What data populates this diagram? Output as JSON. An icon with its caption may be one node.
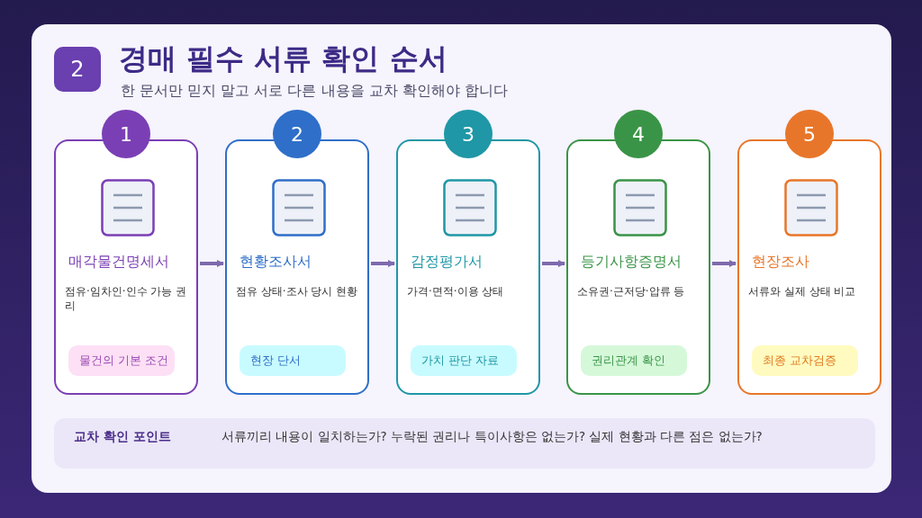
{
  "diagram": {
    "title": "경매 필수 서류 확인 순서",
    "nodes": [
      {
        "text": [
          "2"
        ]
      },
      {
        "text": [
          "1"
        ]
      },
      {
        "text": [
          "매각물건명세서",
          "점유·임차인·인수 가능 권리"
        ]
      },
      {
        "text": [
          "물건의 기본 조건"
        ],
        "in": 2
      },
      {
        "text": [
          "2"
        ]
      },
      {
        "text": [
          "현황조사서",
          "점유 상태·조사 당시 현황"
        ]
      },
      {
        "text": [
          "현장 단서"
        ],
        "in": 5
      },
      {
        "text": [
          "3"
        ]
      },
      {
        "text": [
          "감정평가서",
          "가격·면적·이용 상태"
        ]
      },
      {
        "text": [
          "가치 판단 자료"
        ],
        "in": 8
      },
      {
        "text": [
          "4"
        ]
      },
      {
        "text": [
          "등기사항증명서",
          "소유권·근저당·압류 등"
        ]
      },
      {
        "text": [
          "권리관계 확인"
        ],
        "in": 11
      },
      {
        "text": [
          "5"
        ]
      },
      {
        "text": [
          "현장조사",
          "서류와 실제 상태 비교"
        ]
      },
      {
        "text": [
          "최종 교차검증"
        ],
        "in": 14
      },
      {
        "text": [
          "교차 확인 포인트",
          "서류끼리 내용이 일치하는가?  누락된 권리나 특이사항은 없는가?  실제 현황과 다른 점은 없는가?"
        ]
      }
    ],
    "edges": [
      {
        "from": 2,
        "to": 5,
        "arrow": "to"
      },
      {
        "from": 5,
        "to": 8,
        "arrow": "to"
      },
      {
        "from": 8,
        "to": 11,
        "arrow": "to"
      },
      {
        "from": 11,
        "to": 14,
        "arrow": "to"
      }
    ],
    "labels": [
      "한 문서만 믿지 말고 서로 다른 내용을 교차 확인해야 합니다"
    ]
  }
}
